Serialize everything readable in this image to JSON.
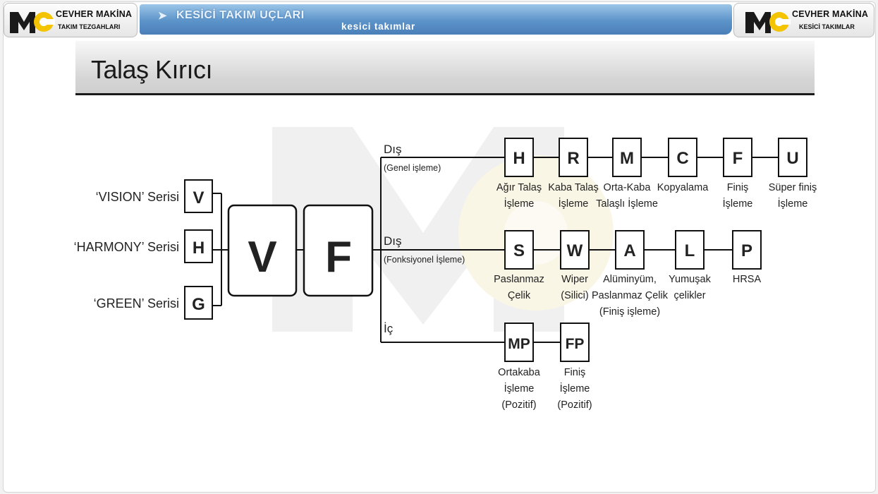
{
  "header": {
    "logo_left": {
      "title": "CEVHER MAKİNA",
      "subtitle": "TAKIM TEZGAHLARI"
    },
    "logo_right": {
      "title": "CEVHER MAKİNA",
      "subtitle": "KESİCİ TAKIMLAR"
    },
    "banner_arrow": "➤",
    "banner_title": "KESİCİ TAKIM UÇLARI",
    "banner_subtitle": "kesici takımlar"
  },
  "page_title": "Talaş Kırıcı",
  "series": [
    {
      "name": "‘VISION’ Serisi",
      "code": "V"
    },
    {
      "name": "‘HARMONY’ Serisi",
      "code": "H"
    },
    {
      "name": "‘GREEN’ Serisi",
      "code": "G"
    }
  ],
  "main_codes": [
    "V",
    "F"
  ],
  "branches": [
    {
      "title": "Dış",
      "subtitle": "(Genel işleme)",
      "items": [
        {
          "code": "H",
          "desc": [
            "Ağır Talaş",
            "İşleme"
          ]
        },
        {
          "code": "R",
          "desc": [
            "Kaba Talaş",
            "İşleme"
          ]
        },
        {
          "code": "M",
          "desc": [
            "Orta-Kaba",
            "Talaşlı İşleme"
          ]
        },
        {
          "code": "C",
          "desc": [
            "Kopyalama"
          ]
        },
        {
          "code": "F",
          "desc": [
            "Finiş",
            "İşleme"
          ]
        },
        {
          "code": "U",
          "desc": [
            "Süper finiş",
            "İşleme"
          ]
        }
      ]
    },
    {
      "title": "Dış",
      "subtitle": "(Fonksiyonel İşleme)",
      "items": [
        {
          "code": "S",
          "desc": [
            "Paslanmaz",
            "Çelik"
          ]
        },
        {
          "code": "W",
          "desc": [
            "Wiper",
            "(Silici)"
          ]
        },
        {
          "code": "A",
          "desc": [
            "Alüminyüm,",
            "Paslanmaz Çelik",
            "(Finiş işleme)"
          ]
        },
        {
          "code": "L",
          "desc": [
            "Yumuşak",
            "çelikler"
          ]
        },
        {
          "code": "P",
          "desc": [
            "HRSA"
          ]
        }
      ]
    },
    {
      "title": "İç",
      "subtitle": "",
      "items": [
        {
          "code": "MP",
          "desc": [
            "Ortakaba",
            "İşleme",
            "(Pozitif)"
          ]
        },
        {
          "code": "FP",
          "desc": [
            "Finiş",
            "İşleme",
            "(Pozitif)"
          ]
        }
      ]
    }
  ],
  "colors": {
    "banner": "#5c93c9",
    "logo_yellow": "#f4c400",
    "watermark": "#ededed",
    "text": "#222222"
  }
}
